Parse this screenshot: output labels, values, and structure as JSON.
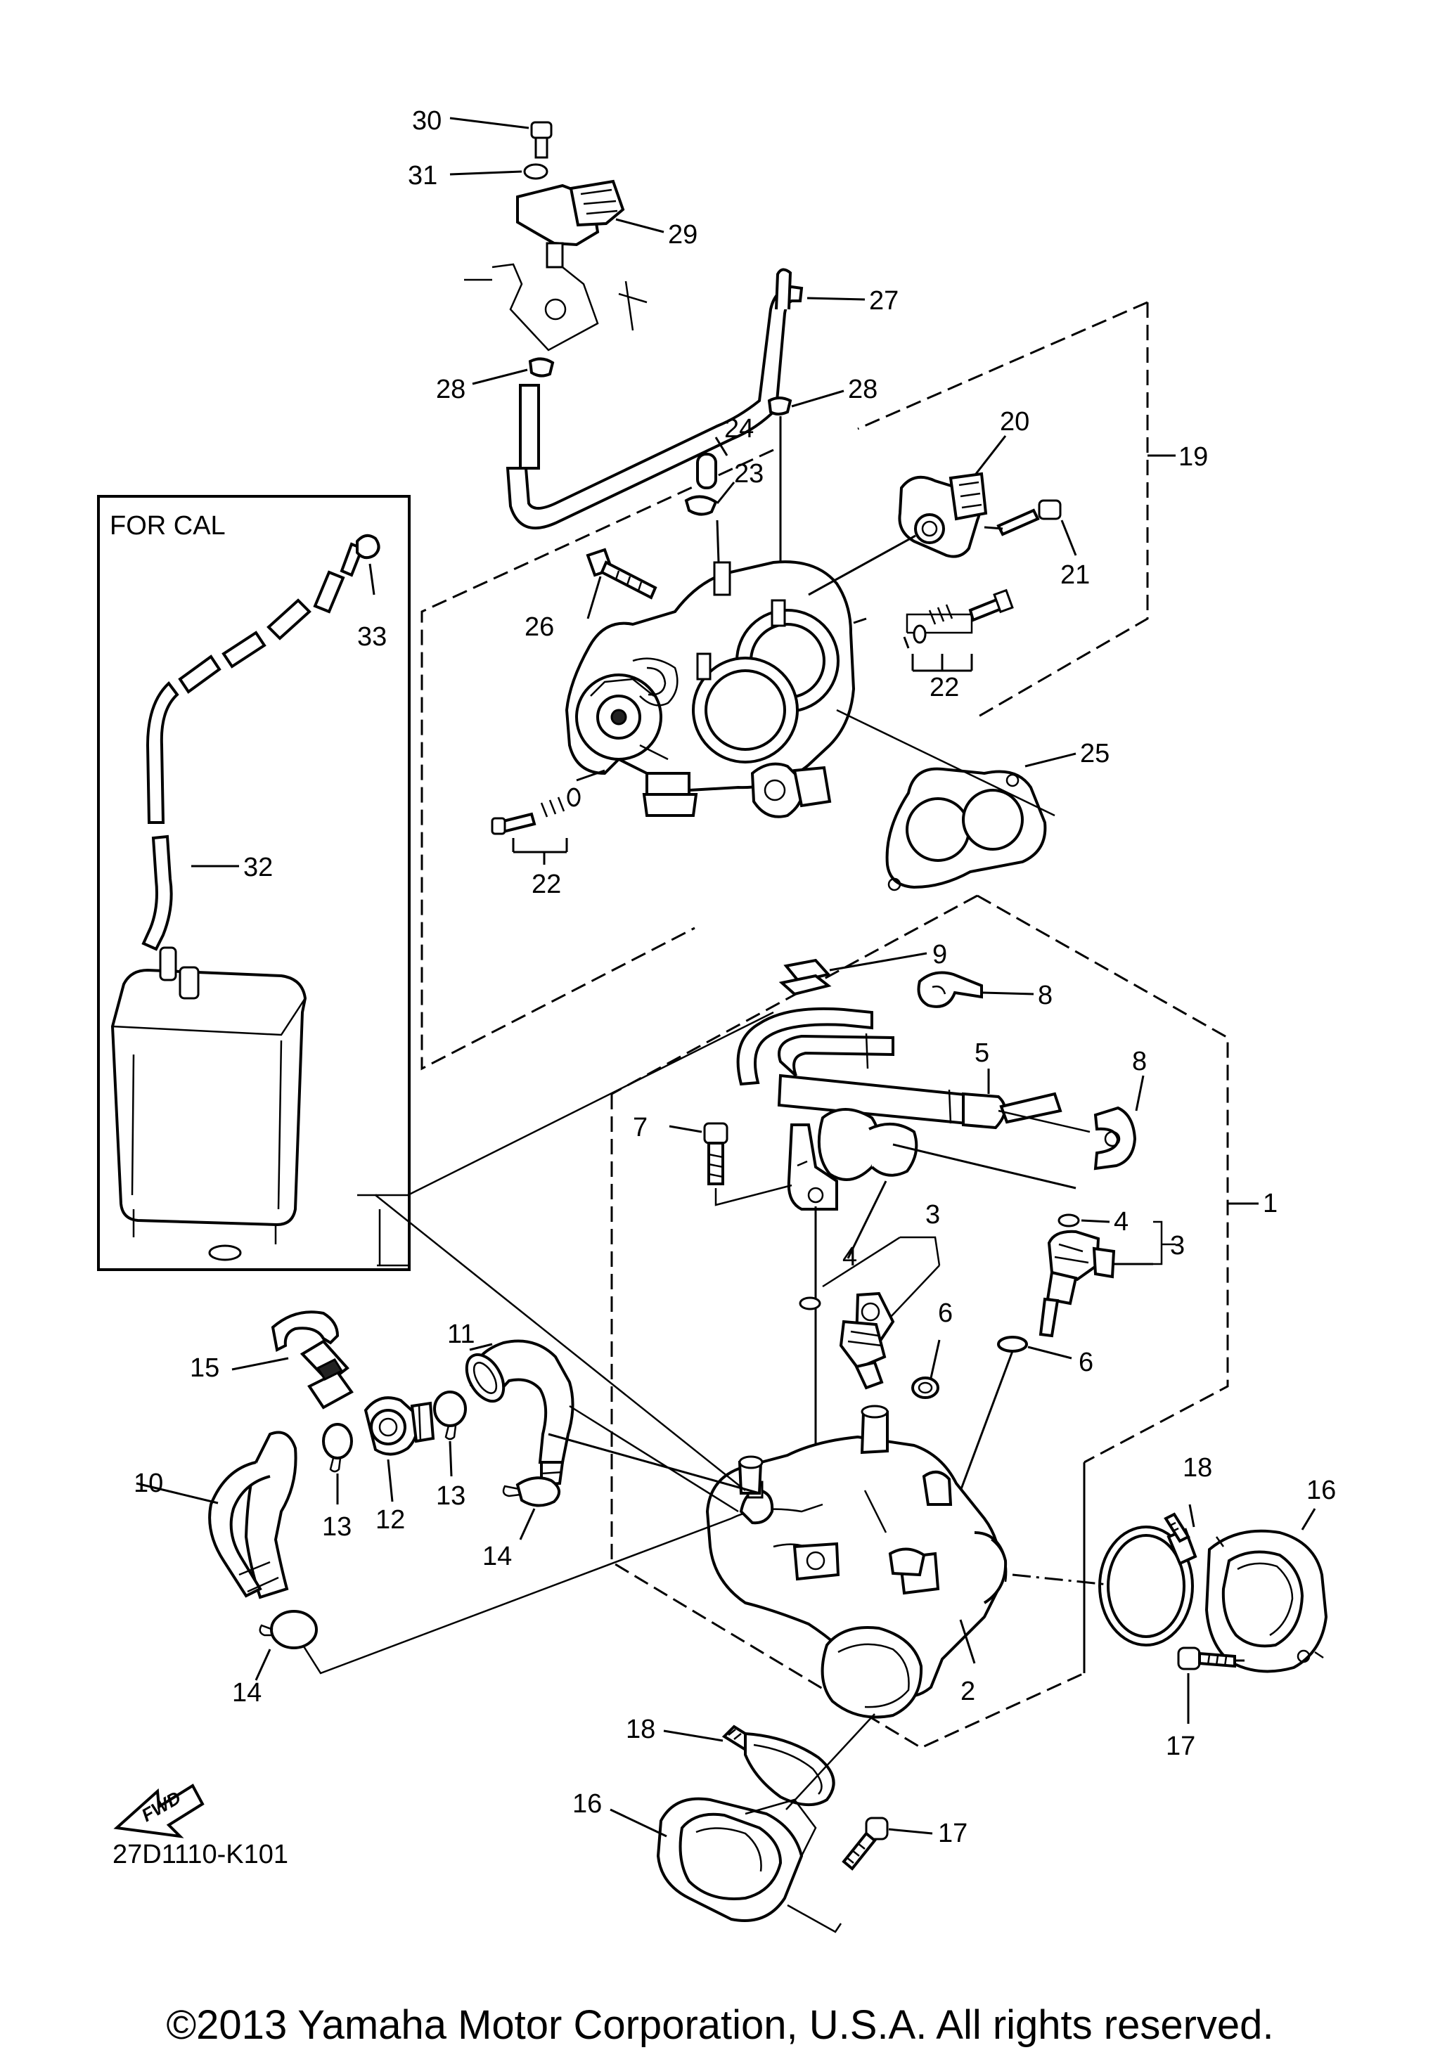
{
  "diagram": {
    "for_cal_label": "FOR CAL",
    "ref_code": "27D1110-K101",
    "fwd_label": "FWD",
    "copyright": "©2013 Yamaha Motor Corporation, U.S.A. All rights reserved."
  },
  "callouts": [
    {
      "id": "c30",
      "text": "30"
    },
    {
      "id": "c31",
      "text": "31"
    },
    {
      "id": "c29",
      "text": "29"
    },
    {
      "id": "c27",
      "text": "27"
    },
    {
      "id": "c28a",
      "text": "28"
    },
    {
      "id": "c28b",
      "text": "28"
    },
    {
      "id": "c24",
      "text": "24"
    },
    {
      "id": "c23",
      "text": "23"
    },
    {
      "id": "c20",
      "text": "20"
    },
    {
      "id": "c19",
      "text": "19"
    },
    {
      "id": "c21",
      "text": "21"
    },
    {
      "id": "c26",
      "text": "26"
    },
    {
      "id": "c22a",
      "text": "22"
    },
    {
      "id": "c25",
      "text": "25"
    },
    {
      "id": "c22b",
      "text": "22"
    },
    {
      "id": "c33",
      "text": "33"
    },
    {
      "id": "c32",
      "text": "32"
    },
    {
      "id": "c9",
      "text": "9"
    },
    {
      "id": "c8a",
      "text": "8"
    },
    {
      "id": "c5",
      "text": "5"
    },
    {
      "id": "c8b",
      "text": "8"
    },
    {
      "id": "c7",
      "text": "7"
    },
    {
      "id": "c1",
      "text": "1"
    },
    {
      "id": "c3a",
      "text": "3"
    },
    {
      "id": "c4a",
      "text": "4"
    },
    {
      "id": "c3b",
      "text": "3"
    },
    {
      "id": "c4b",
      "text": "4"
    },
    {
      "id": "c6a",
      "text": "6"
    },
    {
      "id": "c6b",
      "text": "6"
    },
    {
      "id": "c11",
      "text": "11"
    },
    {
      "id": "c15",
      "text": "15"
    },
    {
      "id": "c10",
      "text": "10"
    },
    {
      "id": "c13a",
      "text": "13"
    },
    {
      "id": "c12",
      "text": "12"
    },
    {
      "id": "c13b",
      "text": "13"
    },
    {
      "id": "c14a",
      "text": "14"
    },
    {
      "id": "c14b",
      "text": "14"
    },
    {
      "id": "c18a",
      "text": "18"
    },
    {
      "id": "c16a",
      "text": "16"
    },
    {
      "id": "c2",
      "text": "2"
    },
    {
      "id": "c17a",
      "text": "17"
    },
    {
      "id": "c18b",
      "text": "18"
    },
    {
      "id": "c16b",
      "text": "16"
    },
    {
      "id": "c17b",
      "text": "17"
    }
  ]
}
